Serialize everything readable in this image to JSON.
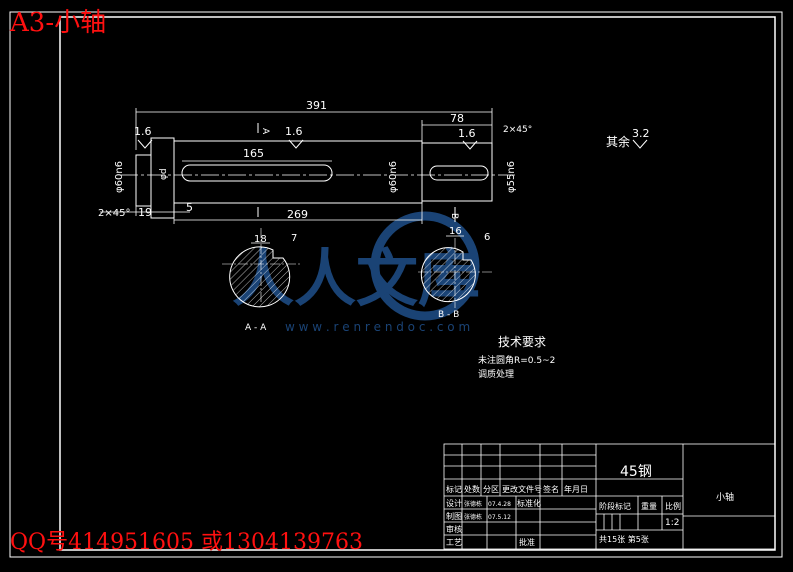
{
  "header": {
    "title": "A3-小轴"
  },
  "footer": {
    "contact": "QQ号414951605 或1304139763"
  },
  "colors": {
    "background": "#000000",
    "line": "#ffffff",
    "accent_red": "#ff1010",
    "watermark": "#1f4f8a"
  },
  "drawing": {
    "dims": {
      "overall_length": "391",
      "right_length": "78",
      "keyway_length": "165",
      "mid_length": "269",
      "step_length": "19",
      "step_small": "5",
      "left_diameter": "φ60n6",
      "mid_diameter": "φ60n6",
      "right_diameter": "φ55n6",
      "chamfer_left": "2×45°",
      "chamfer_right": "2×45°",
      "dia_a": "φd",
      "section_a_width": "18",
      "section_a_depth": "7",
      "section_b_width": "16",
      "section_b_depth": "6"
    },
    "roughness": {
      "r1": "1.6",
      "r2": "1.6",
      "r3": "1.6",
      "other": "3.2",
      "other_label": "其余"
    },
    "section_labels": {
      "a": "A - A",
      "b": "B - B",
      "mark_a": "A",
      "mark_b": "B"
    },
    "requirements": {
      "title": "技术要求",
      "line1": "未注圆角R=0.5~2",
      "line2": "调质处理"
    },
    "watermark": {
      "text": "人人文库",
      "url": "w w w . r e n r e n d o c . c o m"
    }
  },
  "title_block": {
    "material": "45钢",
    "part_name": "小轴",
    "headers": [
      "标记",
      "处数",
      "分区",
      "更改文件号",
      "签名",
      "年月日"
    ],
    "rows": [
      {
        "label": "设计",
        "name": "张德栋",
        "date": "07.4.28",
        "col3": "标准化"
      },
      {
        "label": "制图",
        "name": "张德栋",
        "date": "07.5.12",
        "col3": ""
      },
      {
        "label": "审核",
        "name": "",
        "date": "",
        "col3": ""
      },
      {
        "label": "工艺",
        "name": "",
        "date": "",
        "col3": "批准"
      }
    ],
    "stage_label": "阶段标记",
    "weight_label": "重量",
    "scale_label": "比例",
    "scale": "1:2",
    "sheets": "共15张 第5张"
  }
}
